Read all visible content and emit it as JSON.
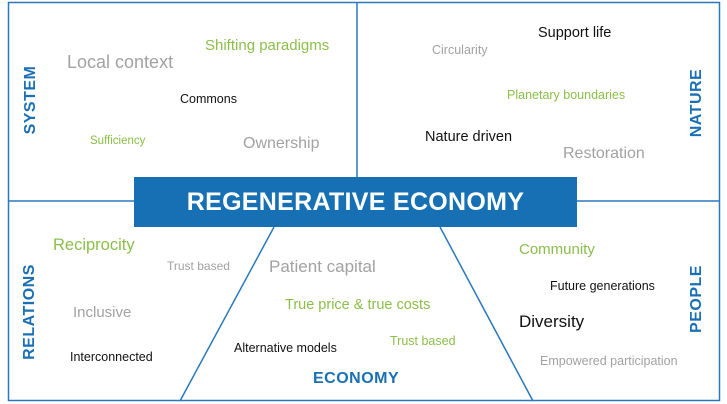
{
  "title": "REGENERATIVE ECONOMY",
  "quadrants": {
    "system": "SYSTEM",
    "nature": "NATURE",
    "relations": "RELATIONS",
    "people": "PEOPLE",
    "economy": "ECONOMY"
  },
  "colors": {
    "frame": "#2a78bd",
    "banner": "#1670b3",
    "label": "#1a6fb5",
    "green": "#8bbf4a",
    "gray": "#a2a2a2",
    "black": "#111111"
  },
  "words": {
    "system": {
      "local_context": "Local context",
      "shifting_paradigms": "Shifting paradigms",
      "commons": "Commons",
      "sufficiency": "Sufficiency",
      "ownership": "Ownership"
    },
    "nature": {
      "circularity": "Circularity",
      "support_life": "Support life",
      "planetary_boundaries": "Planetary boundaries",
      "nature_driven": "Nature driven",
      "restoration": "Restoration"
    },
    "relations": {
      "reciprocity": "Reciprocity",
      "trust_based": "Trust based",
      "inclusive": "Inclusive",
      "interconnected": "Interconnected"
    },
    "economy": {
      "patient_capital": "Patient capital",
      "true_price": "True price & true costs",
      "alternative_models": "Alternative models",
      "trust_based": "Trust based"
    },
    "people": {
      "community": "Community",
      "future_generations": "Future generations",
      "diversity": "Diversity",
      "empowered_participation": "Empowered participation"
    }
  }
}
